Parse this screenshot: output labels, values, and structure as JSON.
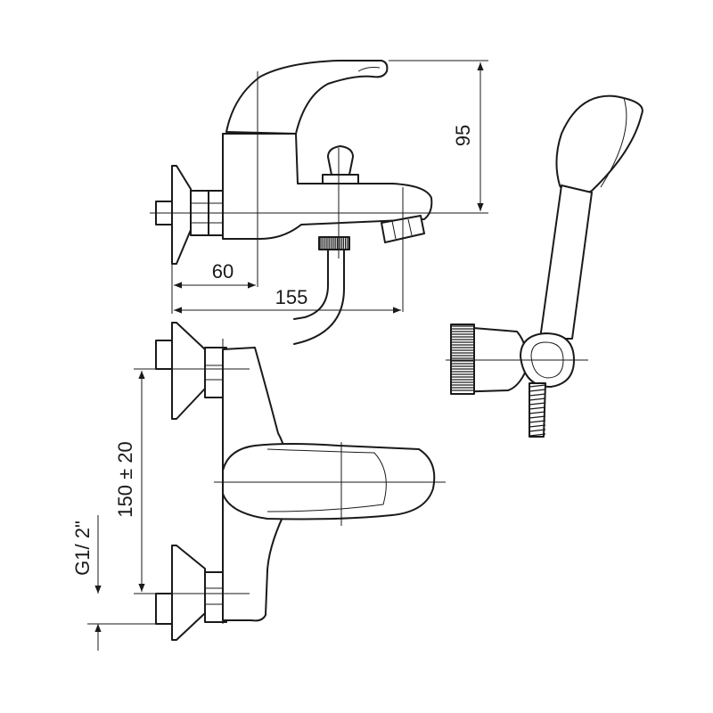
{
  "dimensions": {
    "height_top": "95",
    "depth_wall": "60",
    "depth_spout": "155",
    "center_distance": "150 ± 20",
    "connection_thread": "G1/ 2\""
  }
}
